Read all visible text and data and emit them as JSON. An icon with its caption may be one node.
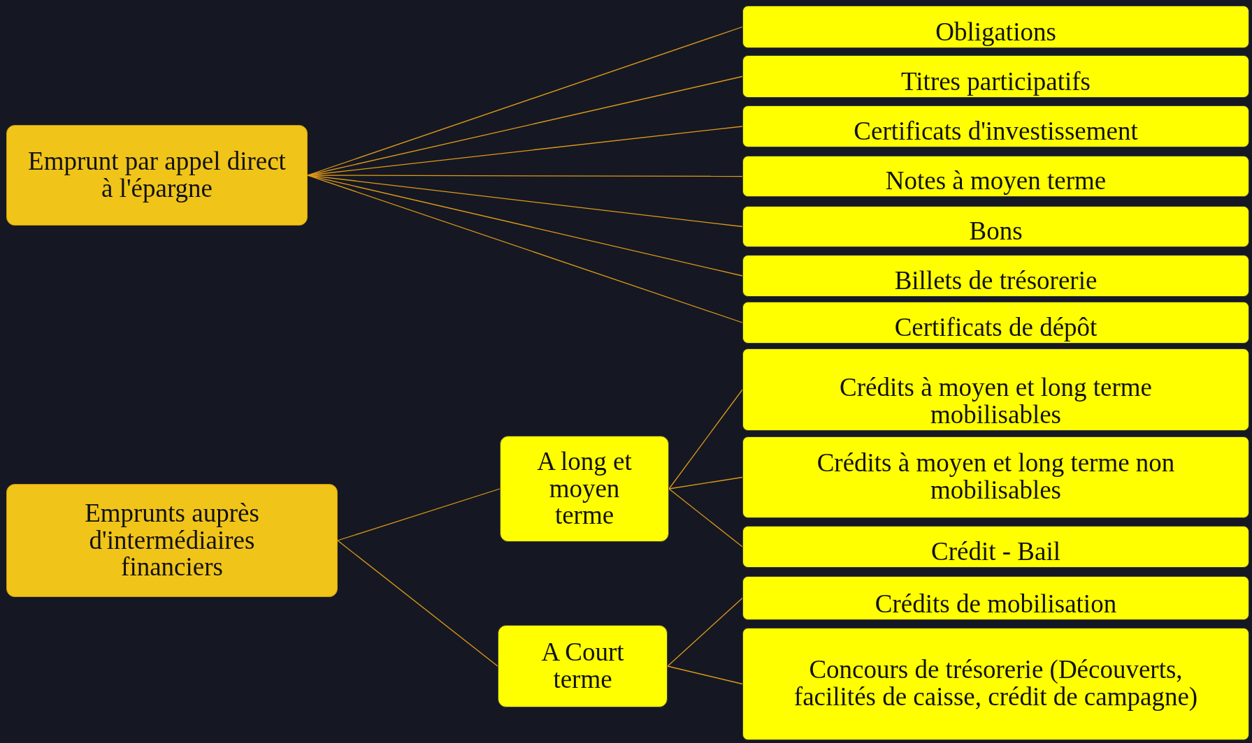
{
  "diagram": {
    "nodes": [
      {
        "text": [
          "Emprunt par appel direct à l'épargne"
        ]
      },
      {
        "text": [
          "Obligations"
        ]
      },
      {
        "text": [
          "Titres participatifs"
        ]
      },
      {
        "text": [
          "Certificats d'investissement"
        ]
      },
      {
        "text": [
          "Notes à moyen terme"
        ]
      },
      {
        "text": [
          "Bons"
        ]
      },
      {
        "text": [
          "Billets de trésorerie"
        ]
      },
      {
        "text": [
          "Certificats de dépôt"
        ]
      },
      {
        "text": [
          "Emprunts auprès d'intermédiaires financiers"
        ]
      },
      {
        "text": [
          "A long et moyen terme"
        ]
      },
      {
        "text": [
          "Crédits à moyen et long terme mobilisables"
        ]
      },
      {
        "text": [
          "Crédits à moyen et long terme non mobilisables"
        ]
      },
      {
        "text": [
          "Crédit - Bail"
        ]
      },
      {
        "text": [
          "A Court terme"
        ]
      },
      {
        "text": [
          "Crédits de mobilisation"
        ]
      },
      {
        "text": [
          "Concours de trésorerie (Découverts, facilités de caisse, crédit de campagne)"
        ]
      }
    ],
    "edges": [
      {
        "from": 0,
        "to": 1,
        "arrow": "none"
      },
      {
        "from": 0,
        "to": 2,
        "arrow": "none"
      },
      {
        "from": 0,
        "to": 3,
        "arrow": "none"
      },
      {
        "from": 0,
        "to": 4,
        "arrow": "none"
      },
      {
        "from": 0,
        "to": 5,
        "arrow": "none"
      },
      {
        "from": 0,
        "to": 6,
        "arrow": "none"
      },
      {
        "from": 0,
        "to": 7,
        "arrow": "none"
      },
      {
        "from": 8,
        "to": 9,
        "arrow": "none"
      },
      {
        "from": 8,
        "to": 13,
        "arrow": "none"
      },
      {
        "from": 9,
        "to": 10,
        "arrow": "none"
      },
      {
        "from": 9,
        "to": 11,
        "arrow": "none"
      },
      {
        "from": 9,
        "to": 12,
        "arrow": "none"
      },
      {
        "from": 13,
        "to": 14,
        "arrow": "none"
      },
      {
        "from": 13,
        "to": 15,
        "arrow": "none"
      }
    ]
  }
}
